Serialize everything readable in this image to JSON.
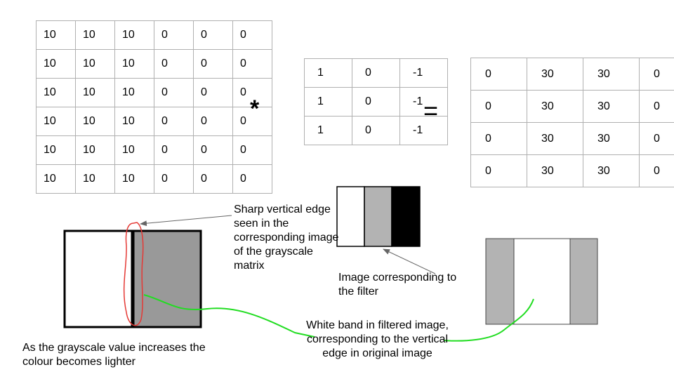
{
  "input_matrix": [
    [
      "10",
      "10",
      "10",
      "0",
      "0",
      "0"
    ],
    [
      "10",
      "10",
      "10",
      "0",
      "0",
      "0"
    ],
    [
      "10",
      "10",
      "10",
      "0",
      "0",
      "0"
    ],
    [
      "10",
      "10",
      "10",
      "0",
      "0",
      "0"
    ],
    [
      "10",
      "10",
      "10",
      "0",
      "0",
      "0"
    ],
    [
      "10",
      "10",
      "10",
      "0",
      "0",
      "0"
    ]
  ],
  "filter_matrix": [
    [
      "1",
      "0",
      "-1"
    ],
    [
      "1",
      "0",
      "-1"
    ],
    [
      "1",
      "0",
      "-1"
    ]
  ],
  "output_matrix": [
    [
      "0",
      "30",
      "30",
      "0"
    ],
    [
      "0",
      "30",
      "30",
      "0"
    ],
    [
      "0",
      "30",
      "30",
      "0"
    ],
    [
      "0",
      "30",
      "30",
      "0"
    ]
  ],
  "operators": {
    "convolve": "*",
    "equals": "="
  },
  "annotations": {
    "sharp_edge": "Sharp vertical edge seen in the corresponding image of the grayscale matrix",
    "filter_image": "Image corresponding to the filter",
    "white_band": "White band in filtered image, corresponding to the vertical edge in original image",
    "grayscale_note": "As the grayscale value increases the colour becomes lighter"
  },
  "colors": {
    "white": "#ffffff",
    "gray": "#b3b3b3",
    "dark_gray": "#999999",
    "black": "#000000",
    "red_outline": "#e53935",
    "green_curve": "#22dd22",
    "grid_line": "#b0b0b0"
  }
}
